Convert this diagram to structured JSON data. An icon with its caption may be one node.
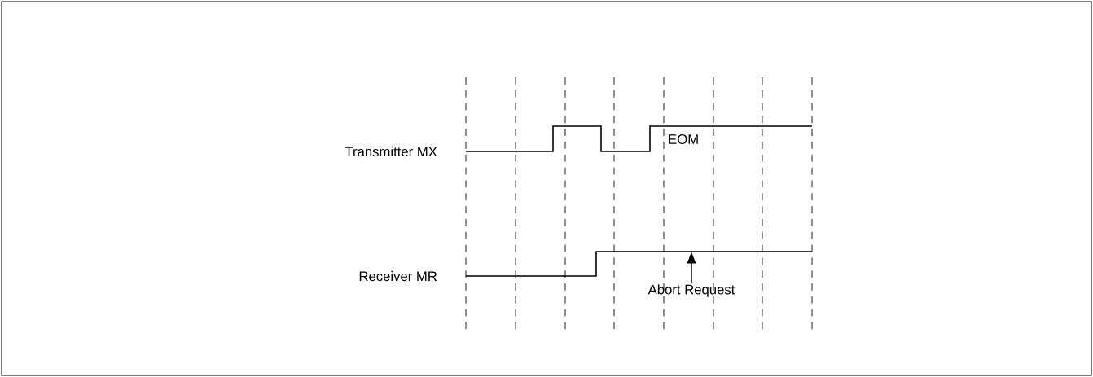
{
  "diagram": {
    "nodes": [
      {
        "text": [
          "Abort Request"
        ]
      },
      {
        "text": [],
        "shape": "line"
      }
    ],
    "edges": [
      {
        "from": 0,
        "to": 1,
        "arrow": "to"
      }
    ],
    "labels": [
      "Transmitter MX",
      "EOM",
      "Receiver MR"
    ]
  }
}
